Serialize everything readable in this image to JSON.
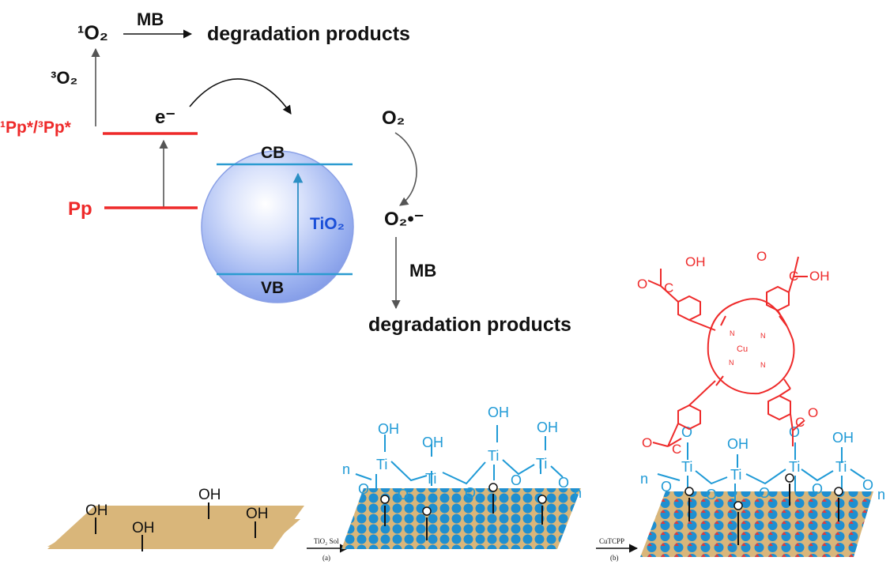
{
  "scheme": {
    "singlet_oxygen": "¹O₂",
    "triplet_oxygen": "³O₂",
    "mb_top": "MB",
    "products_top": "degradation products",
    "excited_state": "¹Pp*/³Pp*",
    "electron": "e⁻",
    "ground_state": "Pp",
    "cb": "CB",
    "vb": "VB",
    "tio2": "TiO₂",
    "oxygen": "O₂",
    "superoxide": "O₂•⁻",
    "mb_right": "MB",
    "products_right": "degradation products"
  },
  "synthesis": {
    "substrate_oh": "OH",
    "step_a_reagent": "TiO₂ Sol",
    "step_a_label": "(a)",
    "step_b_reagent": "CuTCPP",
    "step_b_label": "(b)",
    "ti": "Ti",
    "o": "O",
    "oh": "OH",
    "chain_end": "n",
    "carbon": "C",
    "copper": "Cu",
    "nitrogen": "N"
  },
  "colors": {
    "red": "#ee2a2a",
    "blue": "#1f9ad6",
    "sphere": "#8fa8ef",
    "band": "#2b9bd0",
    "tio2_text": "#1b4fd8",
    "substrate": "#d9b67a",
    "dot_blue": "#1f8fd0",
    "dot_red": "#e23a3a"
  }
}
